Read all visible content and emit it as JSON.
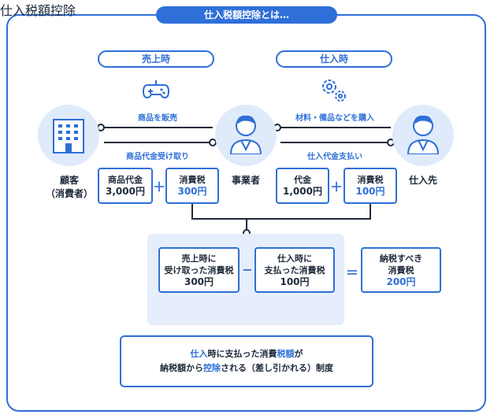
{
  "title": "仕入税額控除とは…",
  "sections": {
    "sales": "売上時",
    "purchase": "仕入時"
  },
  "parties": {
    "customer_line1": "顧客",
    "customer_line2": "（消費者）",
    "business": "事業者",
    "supplier": "仕入先"
  },
  "flows": {
    "sell_goods": "商品を販売",
    "receive_payment": "商品代金受け取り",
    "buy_materials": "材料・備品などを購入",
    "pay_supplier": "仕入代金支払い"
  },
  "sales_boxes": {
    "price_label": "商品代金",
    "price_value": "3,000円",
    "tax_label": "消費税",
    "tax_value": "300円"
  },
  "purchase_boxes": {
    "price_label": "代金",
    "price_value": "1,000円",
    "tax_label": "消費税",
    "tax_value": "100円"
  },
  "calc": {
    "received_line1": "売上時に",
    "received_line2": "受け取った消費税",
    "received_value": "300円",
    "paid_line1": "仕入時に",
    "paid_line2": "支払った消費税",
    "paid_value": "100円",
    "due_line1": "納税すべき",
    "due_line2": "消費税",
    "due_value": "200円",
    "minus": "−",
    "equals": "＝",
    "plus": "＋"
  },
  "deduction_title": "仕入税額控除",
  "summary": {
    "l1_a": "仕入",
    "l1_b": "時に支払った消費",
    "l1_c": "税額",
    "l1_d": "が",
    "l2_a": "納税額から",
    "l2_b": "控除",
    "l2_c": "される（差し引かれる）制度"
  },
  "colors": {
    "accent": "#2f6fd8",
    "light": "#dfeafb",
    "panel": "#e6eefb",
    "text": "#1e2a3a"
  },
  "icons": [
    "building-icon",
    "person-icon",
    "gamepad-icon",
    "gears-icon"
  ]
}
